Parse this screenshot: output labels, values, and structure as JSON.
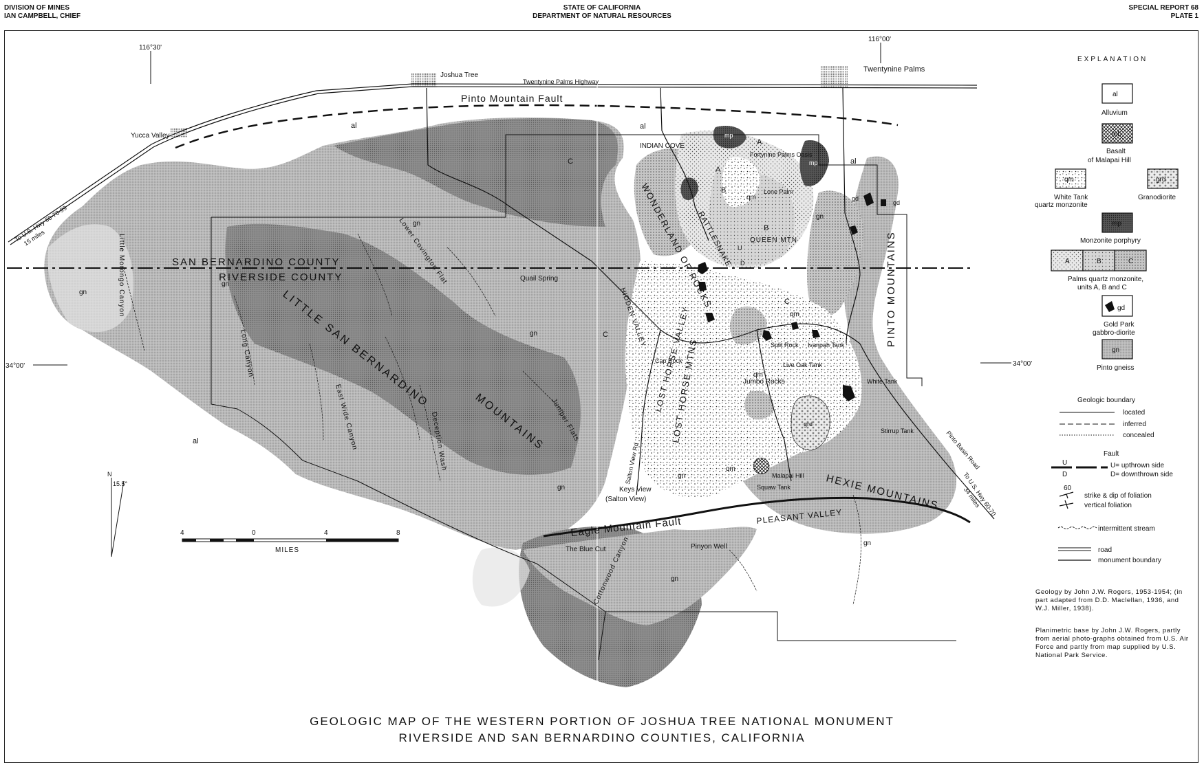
{
  "header": {
    "left_line1": "DIVISION OF MINES",
    "left_line2": "IAN CAMPBELL, CHIEF",
    "center_line1": "STATE OF CALIFORNIA",
    "center_line2": "DEPARTMENT OF NATURAL RESOURCES",
    "right_line1": "SPECIAL REPORT  68",
    "right_line2": "PLATE  1"
  },
  "coords": {
    "lon_west": "116°30'",
    "lon_east": "116°00'",
    "lat_left": "34°00'",
    "lat_right": "34°00'"
  },
  "places": {
    "joshua_tree": "Joshua Tree",
    "twentynine_palms": "Twentynine Palms",
    "twentynine_palms_highway": "Twentynine  Palms  Highway",
    "yucca_valley": "Yucca Valley",
    "to_us_hwy": "To U.S. Hwy 60-70-99",
    "to_us_hwy_miles": "15 miles",
    "indian_cove": "INDIAN COVE",
    "fortynine_palms_oasis": "Fortynine Palms Oasis",
    "lone_palm": "Lone Palm",
    "queen_mtn": "QUEEN MTN",
    "quail_spring": "Quail Spring",
    "hidden_valley": "HIDDEN VALLEY",
    "lost_horse_valley": "LOST HORSE VALLEY",
    "lost_horse_mtns": "LOST HORSE MTNS",
    "cap_rock": "Cap Rock",
    "split_rock": "Split Rock",
    "ivanpah_tank": "Ivanpah Tank",
    "live_oak_tank": "Live Oak Tank",
    "white_tank": "White Tank",
    "jumbo_rocks": "Jumbo Rocks",
    "stirrup_tank": "Stirrup Tank",
    "pinto_basin_road": "Pinto Basin Road",
    "to_us_hwy_60_70": "To U.S. Hwy 60-70",
    "to_us_hwy_60_70_miles": "34 miles",
    "malapai_hill": "Malapai Hill",
    "squaw_tank": "Squaw Tank",
    "keys_view": "Keys View",
    "salton_view": "(Salton View)",
    "salton_view_rd": "Salton View Rd",
    "hexie_mountains": "HEXIE  MOUNTAINS",
    "pleasant_valley": "PLEASANT  VALLEY",
    "the_blue_cut": "The Blue Cut",
    "pinyon_well": "Pinyon Well",
    "cottonwood_canyon": "Cottonwood Canyon",
    "pinto_mountains": "PINTO  MOUNTAINS",
    "wonderland_of_rocks": "WONDERLAND  OF  ROCKS",
    "rattlesnake": "RATTLESNAKE",
    "little_san_bernardino": "LITTLE  SAN  BERNARDINO",
    "mountains": "MOUNTAINS",
    "san_bernardino_county": "SAN   BERNARDINO  COUNTY",
    "riverside_county": "RIVERSIDE  COUNTY",
    "little_morongo_canyon": "Little Morongo Canyon",
    "long_canyon": "Long Canyon",
    "east_wide_canyon": "East Wide Canyon",
    "deception_wash": "Deception Wash",
    "juniper_flats": "Juniper Flats",
    "lower_covington_flat": "Lower Covington Flat",
    "pinto_mountain_fault": "Pinto  Mountain  Fault",
    "eagle_mountain_fault": "Eagle  Mountain  Fault"
  },
  "unit_labels": {
    "al": "al",
    "gn": "gn",
    "qm": "qm",
    "mp": "mp",
    "gd": "gd",
    "grd": "grd",
    "A": "A",
    "B": "B",
    "C": "C",
    "U": "U",
    "D": "D"
  },
  "scale": {
    "ticks": [
      "4",
      "0",
      "4",
      "8"
    ],
    "unit": "MILES",
    "north": "N",
    "declination": "15.5°"
  },
  "legend": {
    "title": "EXPLANATION",
    "alluvium": "Alluvium",
    "basalt_line1": "Basalt",
    "basalt_line2": "of  Malapai Hill",
    "white_tank_line1": "White  Tank",
    "white_tank_line2": "quartz monzonite",
    "granodiorite": "Granodiorite",
    "monzonite": "Monzonite porphyry",
    "palms_line1": "Palms quartz monzonite,",
    "palms_line2": "units  A, B and  C",
    "gold_park_line1": "Gold Park",
    "gold_park_line2": "gabbro-diorite",
    "pinto_gneiss": "Pinto gneiss",
    "box_al": "al",
    "box_mb": "mb",
    "box_qm": "qm",
    "box_grd": "grd",
    "box_mp": "mp",
    "box_a": "A",
    "box_b": "B",
    "box_c": "C",
    "box_gd": "gd",
    "box_gn": "gn",
    "geo_boundary": "Geologic boundary",
    "located": "located",
    "inferred": "inferred",
    "concealed": "concealed",
    "fault": "Fault",
    "fault_u": "U",
    "fault_d": "D",
    "upthrown": "U= upthrown side",
    "downthrown": "D= downthrown side",
    "strike_dip_value": "60",
    "strike_dip": "strike & dip of foliation",
    "vertical": "vertical foliation",
    "stream": "intermittent stream",
    "road": "road",
    "monument": "monument  boundary"
  },
  "credits": {
    "geology": "Geology by John J.W. Rogers, 1953-1954; (in part adapted from D.D. Maclellan, 1936, and W.J. Miller, 1938).",
    "base": "Planimetric base by John J.W. Rogers, partly from aerial photo-graphs obtained from U.S. Air Force and partly from map supplied by U.S. National Park Service."
  },
  "title": {
    "line1": "GEOLOGIC  MAP  OF  THE  WESTERN  PORTION  OF  JOSHUA  TREE  NATIONAL  MONUMENT",
    "line2": "RIVERSIDE  AND  SAN BERNARDINO  COUNTIES,  CALIFORNIA"
  }
}
